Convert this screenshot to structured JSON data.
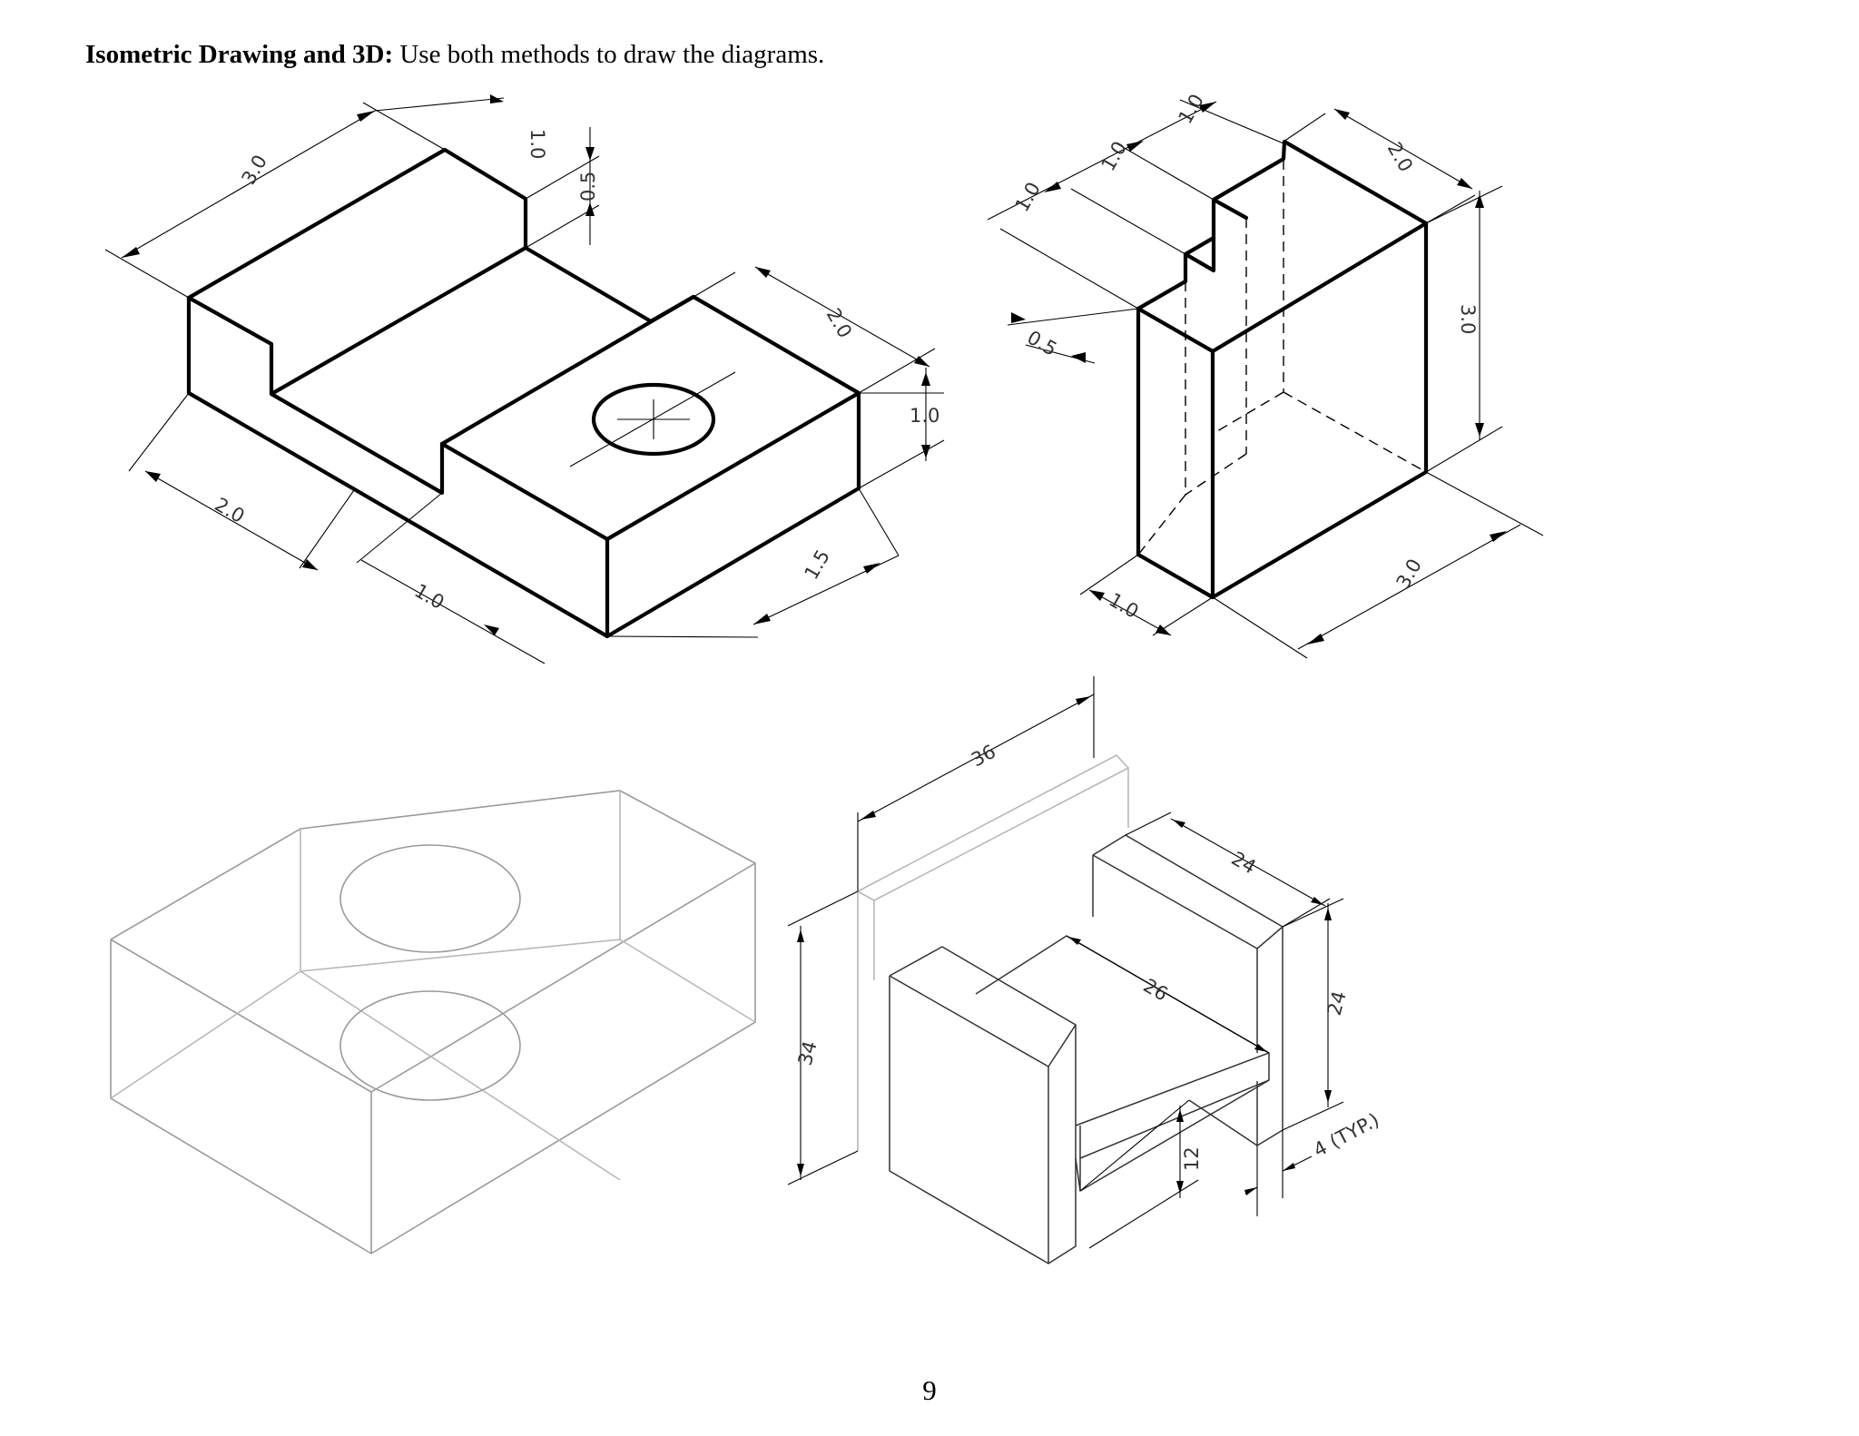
{
  "document": {
    "heading_bold": "Isometric Drawing and 3D:",
    "heading_rest": " Use both methods to draw the diagrams.",
    "page_number": "9"
  },
  "figures": {
    "figure1": {
      "dims": {
        "top_length": "3.0",
        "top_step": "1.0",
        "step_height": "0.5",
        "right_depth": "2.0",
        "right_height": "1.0",
        "left_width": "2.0",
        "left_offset": "1.0",
        "front_width": "1.5"
      }
    },
    "figure2": {
      "dims": {
        "step_a": "1.0",
        "step_b": "1.0",
        "step_c": "1.0",
        "depth": "2.0",
        "height": "3.0",
        "notch": "0.5",
        "base_width": "1.0",
        "length": "3.0"
      }
    },
    "figure4": {
      "dims": {
        "back_width": "36",
        "arm_depth": "24",
        "seat_width": "26",
        "arm_height": "24",
        "overall_height": "34",
        "seat_height": "12",
        "thickness": "4 (TYP.)"
      }
    }
  }
}
